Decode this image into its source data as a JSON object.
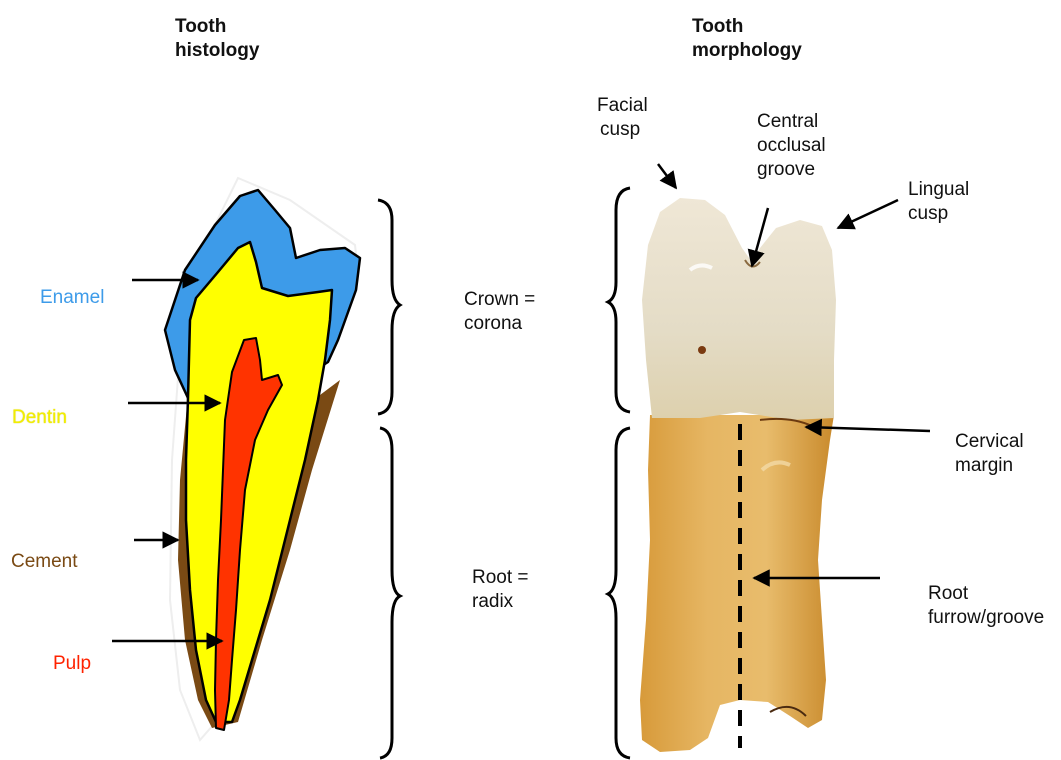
{
  "histology": {
    "title_line1": "Tooth",
    "title_line2": "histology",
    "labels": {
      "enamel": "Enamel",
      "dentin": "Dentin",
      "cement": "Cement",
      "pulp": "Pulp"
    },
    "colors": {
      "enamel": "#3d9be9",
      "dentin": "#ffff00",
      "cement": "#7a4a14",
      "pulp": "#ff3300"
    }
  },
  "regions": {
    "crown_line1": "Crown =",
    "crown_line2": "corona",
    "root_line1": "Root =",
    "root_line2": "radix"
  },
  "morphology": {
    "title_line1": "Tooth",
    "title_line2": "morphology",
    "labels": {
      "facial_line1": "Facial",
      "facial_line2": "cusp",
      "central_line1": "Central",
      "central_line2": "occlusal",
      "central_line3": "groove",
      "lingual_line1": "Lingual",
      "lingual_line2": "cusp",
      "cervical_line1": "Cervical",
      "cervical_line2": "margin",
      "furrow_line1": "Root",
      "furrow_line2": "furrow/groove"
    }
  }
}
